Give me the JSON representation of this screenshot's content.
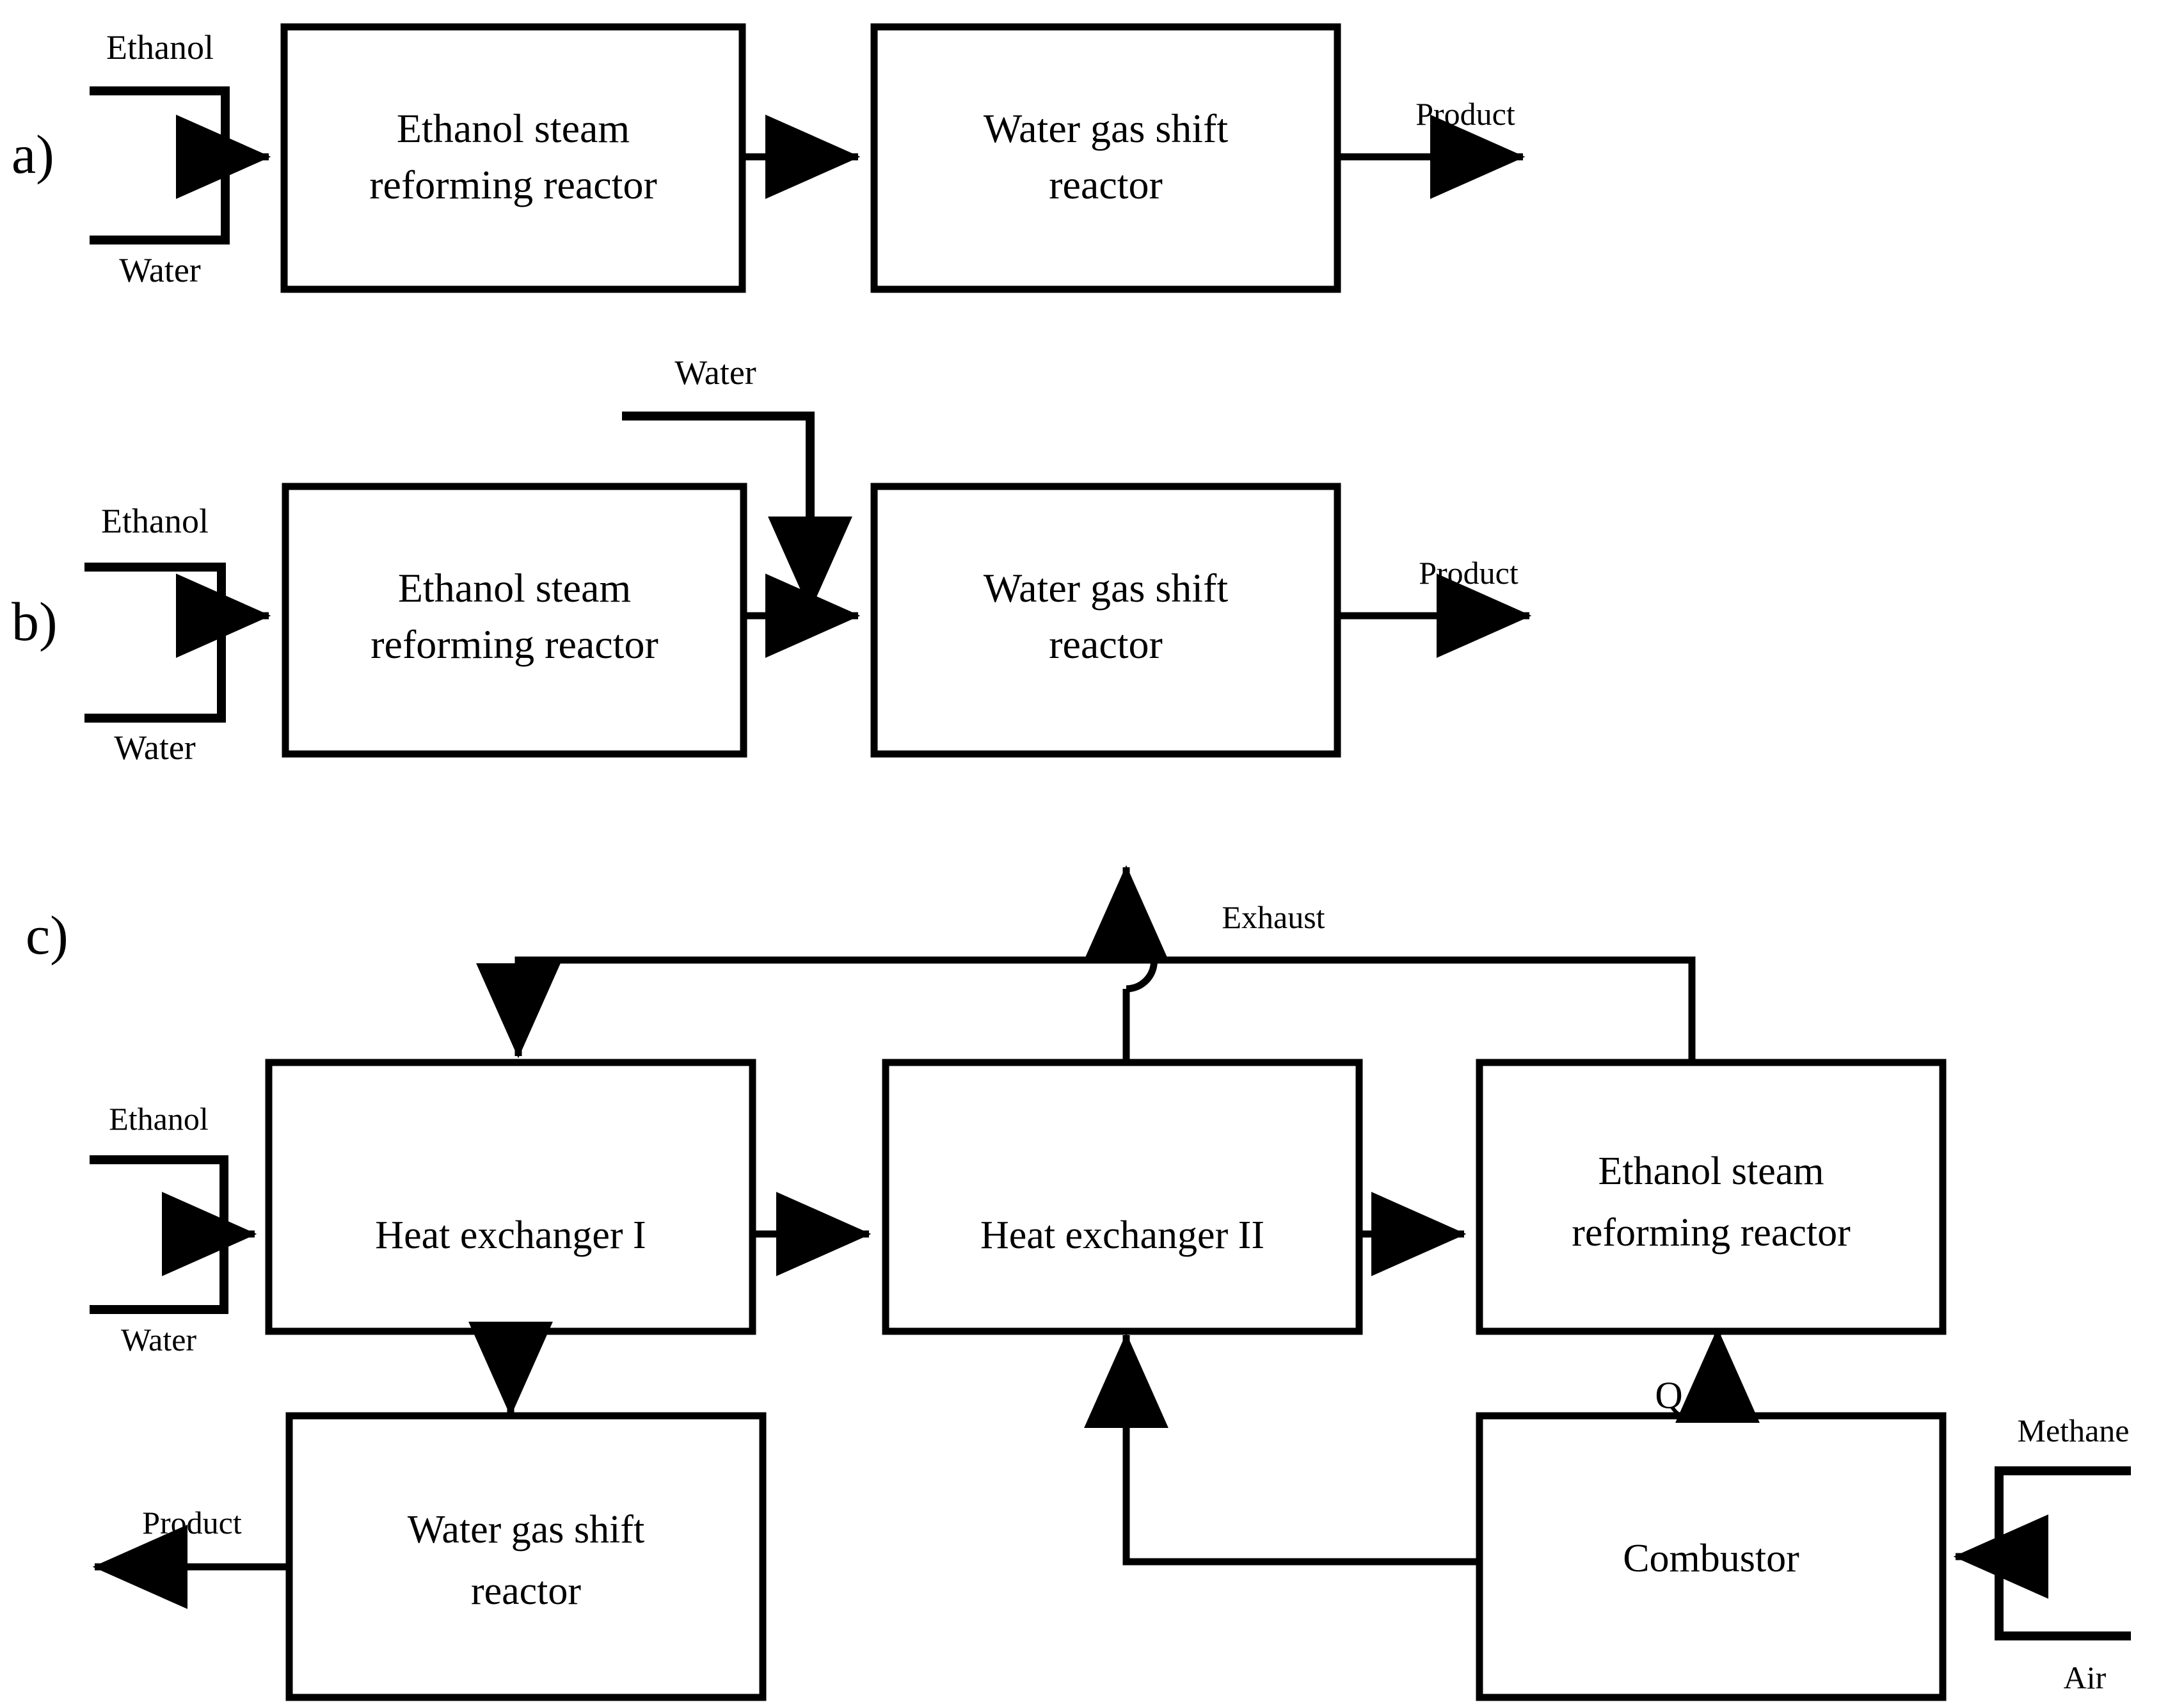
{
  "figure": {
    "panels": [
      {
        "id": "a",
        "label": "a)",
        "boxes": [
          {
            "key": "reformer",
            "line1": "Ethanol steam",
            "line2": "reforming reactor"
          },
          {
            "key": "wgs",
            "line1": "Water gas shift",
            "line2": "reactor"
          }
        ],
        "streams": [
          {
            "key": "ethanol_in",
            "label": "Ethanol"
          },
          {
            "key": "water_in",
            "label": "Water"
          },
          {
            "key": "product_out",
            "label": "Product"
          }
        ]
      },
      {
        "id": "b",
        "label": "b)",
        "boxes": [
          {
            "key": "reformer",
            "line1": "Ethanol steam",
            "line2": "reforming reactor"
          },
          {
            "key": "wgs",
            "line1": "Water gas shift",
            "line2": "reactor"
          }
        ],
        "streams": [
          {
            "key": "ethanol_in",
            "label": "Ethanol"
          },
          {
            "key": "water_in",
            "label": "Water"
          },
          {
            "key": "water_inject",
            "label": "Water"
          },
          {
            "key": "product_out",
            "label": "Product"
          }
        ]
      },
      {
        "id": "c",
        "label": "c)",
        "boxes": [
          {
            "key": "hx1",
            "line1": "Heat exchanger I",
            "line2": ""
          },
          {
            "key": "hx2",
            "line1": "Heat exchanger II",
            "line2": ""
          },
          {
            "key": "reformer",
            "line1": "Ethanol steam",
            "line2": "reforming reactor"
          },
          {
            "key": "wgs",
            "line1": "Water gas shift",
            "line2": "reactor"
          },
          {
            "key": "combustor",
            "line1": "Combustor",
            "line2": ""
          }
        ],
        "streams": [
          {
            "key": "ethanol_in",
            "label": "Ethanol"
          },
          {
            "key": "water_in",
            "label": "Water"
          },
          {
            "key": "exhaust_out",
            "label": "Exhaust"
          },
          {
            "key": "product_out",
            "label": "Product"
          },
          {
            "key": "methane_in",
            "label": "Methane"
          },
          {
            "key": "air_in",
            "label": "Air"
          },
          {
            "key": "heat_duty",
            "label": "Q"
          }
        ]
      }
    ]
  },
  "colors": {
    "stroke": "#000000",
    "background": "#ffffff"
  }
}
